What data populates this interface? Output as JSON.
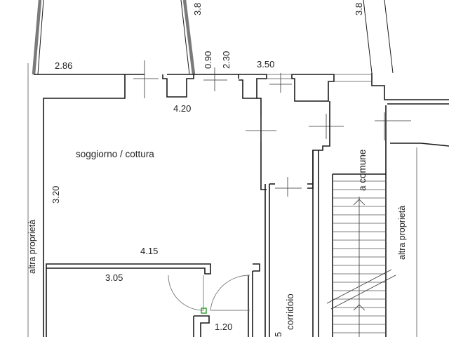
{
  "plan": {
    "rooms": {
      "living": "soggiorno / cottura",
      "corridor": "corridoio",
      "common": "a comune"
    },
    "neighbors": {
      "left": "altra proprietà",
      "right": "altra proprietà"
    },
    "dimensions": {
      "d_286": "2.86",
      "d_090": "0.90",
      "d_230": "2.30",
      "d_350": "3.50",
      "d_420": "4.20",
      "d_320": "3.20",
      "d_415": "4.15",
      "d_305": "3.05",
      "d_120": "1.20",
      "d_5": "5",
      "d_top_a": "3.8",
      "d_top_b": "3.8"
    },
    "colors": {
      "wall": "#1a1a1a",
      "gray_wall": "#7a7a7a",
      "door_swing": "#777777",
      "hinge": "#2a9d2a"
    }
  }
}
